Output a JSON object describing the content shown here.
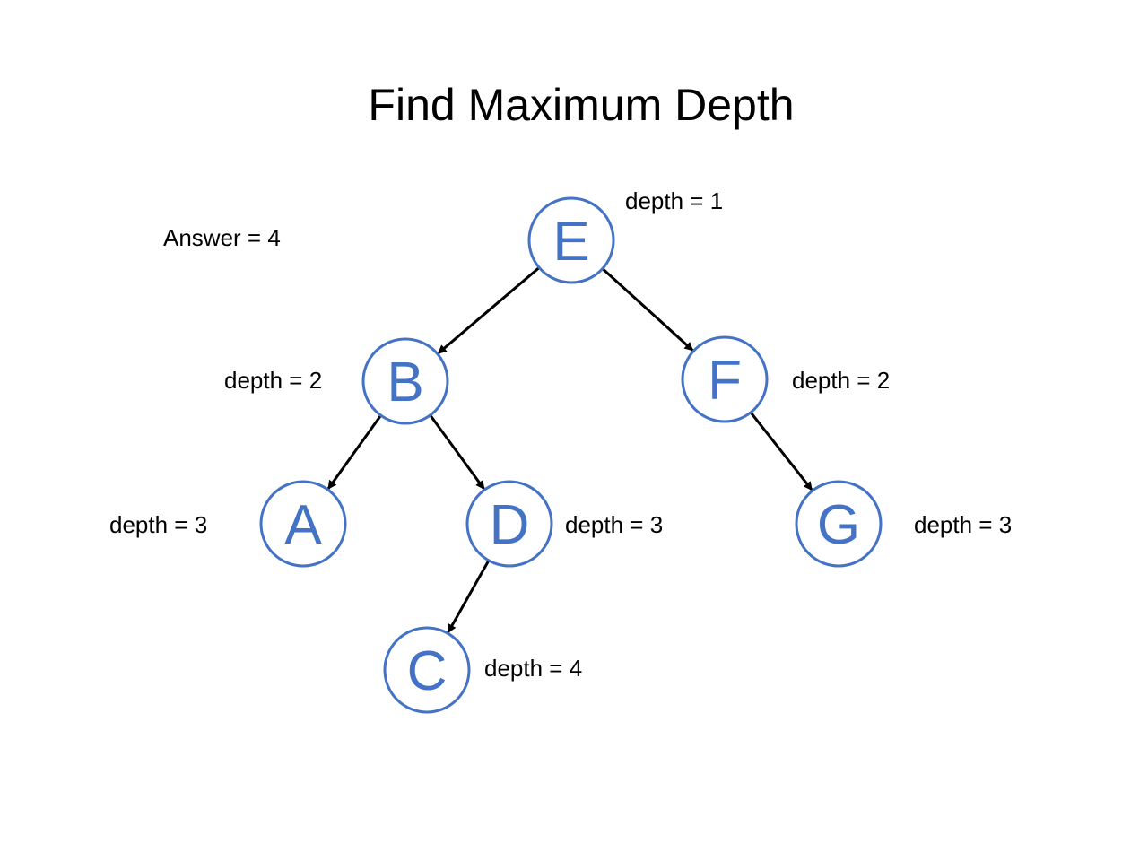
{
  "title": "Find Maximum Depth",
  "answer": "Answer = 4",
  "colors": {
    "node_stroke": "#4472c4",
    "node_text": "#4472c4",
    "edge": "#000000"
  },
  "nodes": [
    {
      "id": "E",
      "depth_label": "depth = 1"
    },
    {
      "id": "B",
      "depth_label": "depth = 2"
    },
    {
      "id": "F",
      "depth_label": "depth = 2"
    },
    {
      "id": "A",
      "depth_label": "depth = 3"
    },
    {
      "id": "D",
      "depth_label": "depth = 3"
    },
    {
      "id": "G",
      "depth_label": "depth = 3"
    },
    {
      "id": "C",
      "depth_label": "depth = 4"
    }
  ],
  "edges": [
    {
      "from": "E",
      "to": "B"
    },
    {
      "from": "E",
      "to": "F"
    },
    {
      "from": "B",
      "to": "A"
    },
    {
      "from": "B",
      "to": "D"
    },
    {
      "from": "F",
      "to": "G"
    },
    {
      "from": "D",
      "to": "C"
    }
  ]
}
